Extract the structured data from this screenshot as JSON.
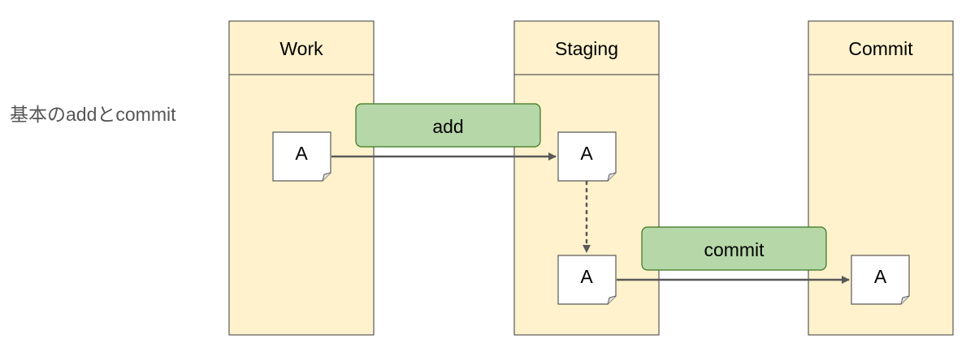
{
  "side_title": "基本のaddとcommit",
  "lanes": [
    {
      "label": "Work"
    },
    {
      "label": "Staging"
    },
    {
      "label": "Commit"
    }
  ],
  "files": [
    {
      "label": "A",
      "lane": "Work"
    },
    {
      "label": "A",
      "lane": "Staging"
    },
    {
      "label": "A",
      "lane": "Staging"
    },
    {
      "label": "A",
      "lane": "Commit"
    }
  ],
  "operations": [
    {
      "label": "add",
      "from": "Work",
      "to": "Staging"
    },
    {
      "label": "commit",
      "from": "Staging",
      "to": "Commit"
    }
  ],
  "colors": {
    "lane_fill": "#fff2cc",
    "lane_stroke": "#595959",
    "op_fill": "#b6d7a8",
    "op_stroke": "#38761d",
    "arrow": "#595959",
    "file_fill": "#ffffff"
  }
}
